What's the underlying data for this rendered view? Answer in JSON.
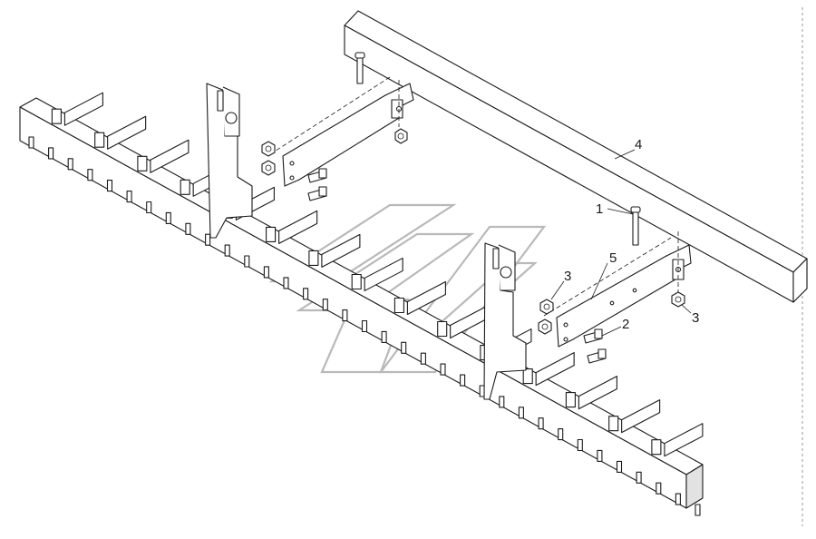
{
  "callouts": [
    {
      "id": "1",
      "label": "1"
    },
    {
      "id": "2",
      "label": "2"
    },
    {
      "id": "3a",
      "label": "3"
    },
    {
      "id": "3b",
      "label": "3"
    },
    {
      "id": "4",
      "label": "4"
    },
    {
      "id": "5",
      "label": "5"
    }
  ],
  "parts": [
    {
      "name": "bolt-long"
    },
    {
      "name": "bolt-short"
    },
    {
      "name": "nut"
    },
    {
      "name": "square-tube-beam"
    },
    {
      "name": "mounting-bracket"
    },
    {
      "name": "harrow-tine-bar"
    }
  ],
  "colors": {
    "line": "#1a1a1a",
    "watermark": "#b9b9b9",
    "background": "#ffffff"
  }
}
